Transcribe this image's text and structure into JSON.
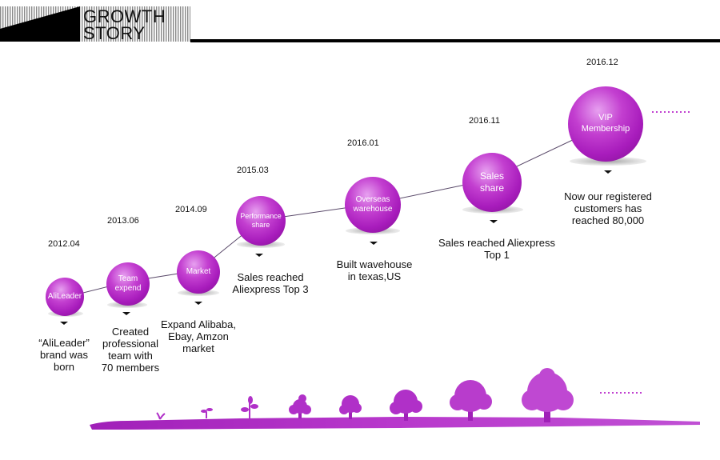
{
  "header": {
    "title_line1": "GROWTH",
    "title_line2": "STORY"
  },
  "colors": {
    "accent": "#a81cbc",
    "dots": "#c040d0",
    "ground": "#b030c8"
  },
  "milestones": [
    {
      "date": "2012.04",
      "circle_label": "AliLeader",
      "caption": "“AliLeader”\nbrand was\nborn"
    },
    {
      "date": "2013.06",
      "circle_label": "Team\nexpend",
      "caption": "Created\nprofessional\nteam with\n70 members"
    },
    {
      "date": "2014.09",
      "circle_label": "Market",
      "caption": "Expand Alibaba,\nEbay, Amzon\nmarket"
    },
    {
      "date": "2015.03",
      "circle_label": "Performance\nshare",
      "caption": "Sales reached\nAliexpress Top 3"
    },
    {
      "date": "2016.01",
      "circle_label": "Overseas\nwarehouse",
      "caption": "Built wavehouse\nin texas,US"
    },
    {
      "date": "2016.11",
      "circle_label": "Sales\nshare",
      "caption": "Sales reached Aliexpress\nTop 1"
    },
    {
      "date": "2016.12",
      "circle_label": "VIP\nMembership",
      "caption": "Now our registered\ncustomers has\nreached 80,000"
    }
  ],
  "icons": {
    "header": "striped-banner",
    "chevron": "chevron-down-icon",
    "continuation": "dotted-line",
    "ground": "growing-trees-illustration"
  }
}
